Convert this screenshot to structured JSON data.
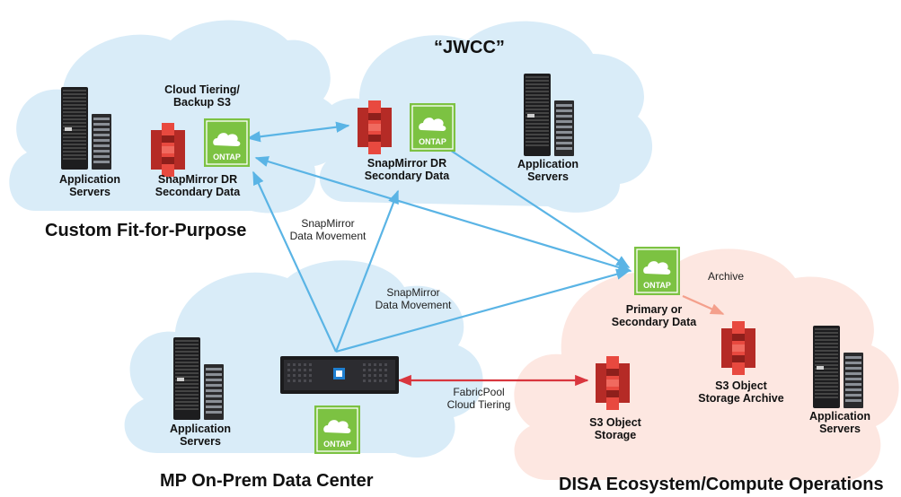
{
  "zones": {
    "custom": {
      "title": "Custom Fit-for-Purpose"
    },
    "jwcc": {
      "title": "“JWCC”"
    },
    "onprem": {
      "title": "MP On-Prem Data Center"
    },
    "disa": {
      "title": "DISA Ecosystem/Compute Operations"
    }
  },
  "labels": {
    "cloud_tiering": "Cloud Tiering/\nBackup S3",
    "app_servers": "Application\nServers",
    "snapmirror_dr": "SnapMirror DR\nSecondary Data",
    "snapmirror_movement": "SnapMirror\nData Movement",
    "primary_secondary": "Primary or\nSecondary Data",
    "archive": "Archive",
    "s3_archive": "S3 Object\nStorage Archive",
    "s3_storage": "S3 Object\nStorage",
    "fabricpool": "FabricPool\nCloud Tiering",
    "ontap": "ONTAP"
  },
  "colors": {
    "cloud_blue": "#d9ecf8",
    "cloud_pink": "#fde7e1",
    "arrow_blue": "#5ab4e5",
    "arrow_red": "#d9363e",
    "arrow_salmon": "#f4a08c",
    "ontap_green": "#7cc242",
    "s3_red": "#d8362f"
  }
}
